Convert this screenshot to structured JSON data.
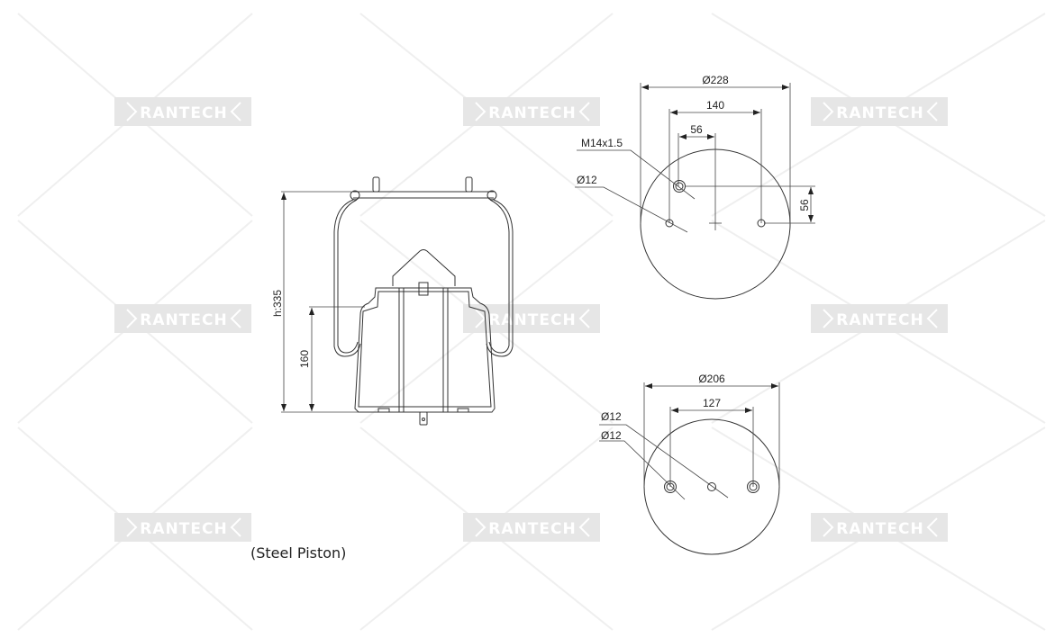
{
  "watermark": {
    "text": "RANTECH",
    "color": "#e6e6e6"
  },
  "side_view": {
    "height_label": "h:335",
    "piston_height_label": "160",
    "caption": "(Steel Piston)"
  },
  "top_plate_view": {
    "diameter_label": "Ø228",
    "bolt_spacing_label": "140",
    "offset_label": "56",
    "vertical_offset_label": "56",
    "thread_label": "M14x1.5",
    "hole_label": "Ø12"
  },
  "bottom_plate_view": {
    "diameter_label": "Ø206",
    "bolt_spacing_label": "127",
    "hole_label_1": "Ø12",
    "hole_label_2": "Ø12"
  }
}
